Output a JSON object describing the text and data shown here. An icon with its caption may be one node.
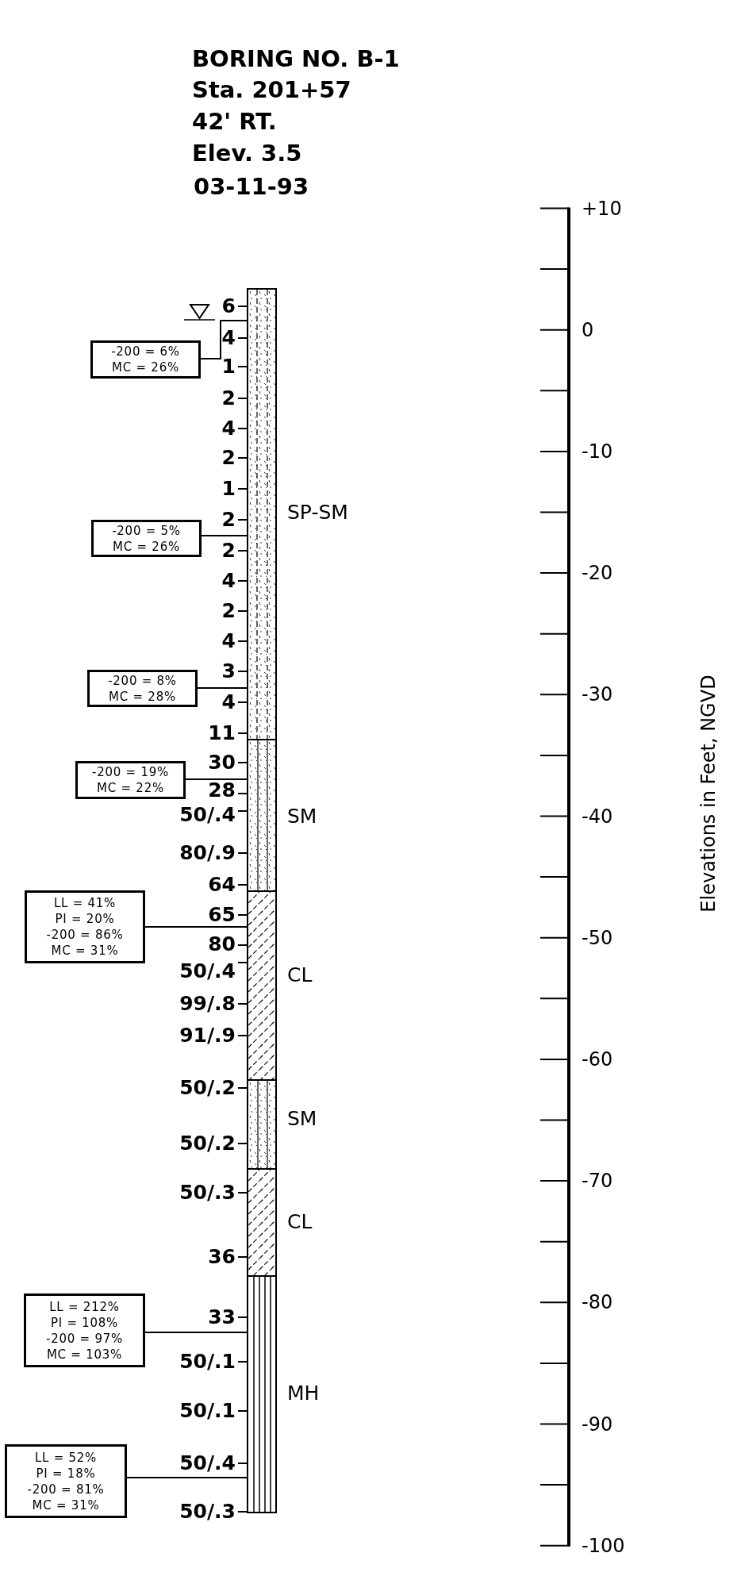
{
  "diagram": {
    "title": "BORING NO. B-1",
    "nodes": [
      {
        "text": [
          "-200 = 6%",
          "MC = 26%"
        ]
      },
      {
        "text": [
          "-200 = 5%",
          "MC = 26%"
        ]
      },
      {
        "text": [
          "-200 = 8%",
          "MC = 28%"
        ]
      },
      {
        "text": [
          "-200 = 19%",
          "MC = 22%"
        ]
      },
      {
        "text": [
          "LL = 41%",
          "PI = 20%",
          "-200 = 86%",
          "MC = 31%"
        ]
      },
      {
        "text": [
          "LL = 212%",
          "PI = 108%",
          "-200 = 97%",
          "MC = 103%"
        ]
      },
      {
        "text": [
          "LL = 52%",
          "PI = 18%",
          "-200 = 81%",
          "MC = 31%"
        ]
      },
      {
        "text": [],
        "shape": "box",
        "beside": [
          "SP-SM"
        ]
      },
      {
        "text": [],
        "shape": "box",
        "beside": [
          "SM"
        ]
      },
      {
        "text": [],
        "shape": "box",
        "beside": [
          "CL"
        ]
      },
      {
        "text": [],
        "shape": "box",
        "beside": [
          "SM"
        ]
      },
      {
        "text": [],
        "shape": "box",
        "beside": [
          "CL"
        ]
      },
      {
        "text": [],
        "shape": "box",
        "beside": [
          "MH"
        ]
      }
    ],
    "edges": [
      {
        "from": 0,
        "to": 7,
        "arrow": "none"
      },
      {
        "from": 1,
        "to": 7,
        "arrow": "none"
      },
      {
        "from": 2,
        "to": 7,
        "arrow": "none"
      },
      {
        "from": 3,
        "to": 8,
        "arrow": "none"
      },
      {
        "from": 4,
        "to": 9,
        "arrow": "none"
      },
      {
        "from": 5,
        "to": 12,
        "arrow": "none"
      },
      {
        "from": 6,
        "to": 12,
        "arrow": "none"
      }
    ],
    "labels": [
      "Sta. 201+57",
      "42' RT.",
      "Elev. 3.5",
      "03-11-93",
      "6",
      "4",
      "1",
      "2",
      "4",
      "2",
      "1",
      "2",
      "2",
      "4",
      "2",
      "4",
      "3",
      "4",
      "11",
      "30",
      "28",
      "50/.4",
      "80/.9",
      "64",
      "65",
      "80",
      "50/.4",
      "99/.8",
      "91/.9",
      "50/.2",
      "50/.2",
      "50/.3",
      "36",
      "33",
      "50/.1",
      "50/.1",
      "50/.4",
      "50/.3",
      "+10",
      "0",
      "-10",
      "-20",
      "-30",
      "-40",
      "-50",
      "-60",
      "-70",
      "-80",
      "-90",
      "-100",
      "Elevations in Feet, NGVD"
    ]
  }
}
